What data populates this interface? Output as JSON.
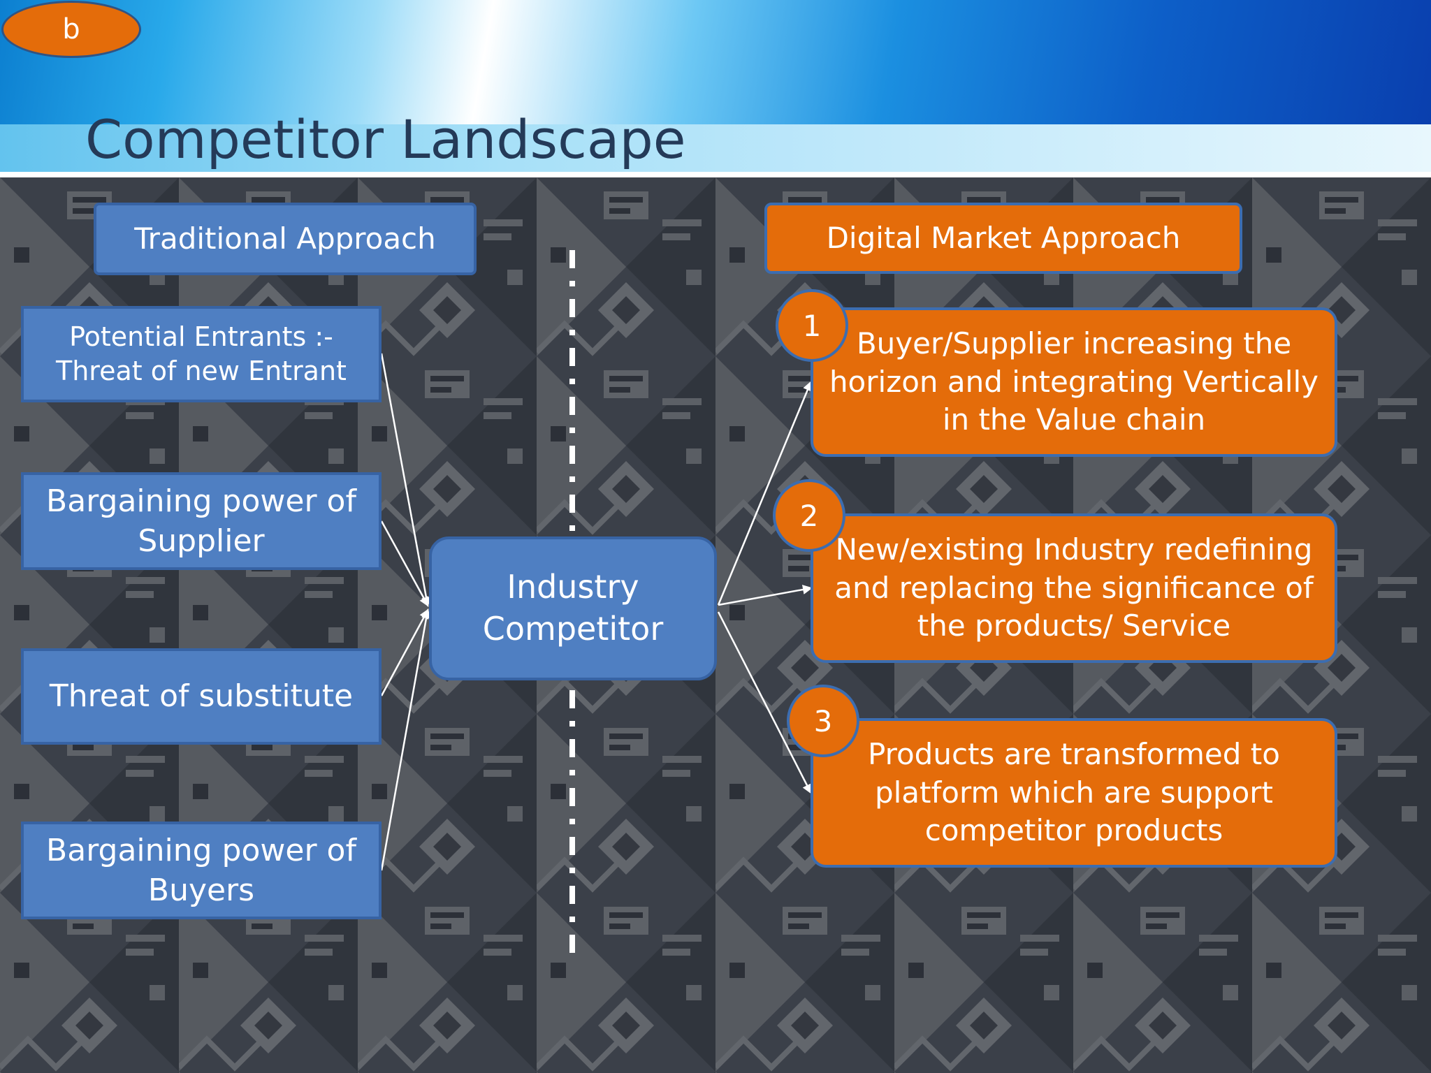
{
  "slide": {
    "badge": "b",
    "title": "Competitor Landscape"
  },
  "traditional": {
    "header": "Traditional Approach",
    "forces": [
      "Potential Entrants :-\nThreat of new Entrant",
      "Bargaining power of\nSupplier",
      "Threat of substitute",
      "Bargaining power of\nBuyers"
    ]
  },
  "center": {
    "label": "Industry\nCompetitor"
  },
  "digital": {
    "header": "Digital Market Approach",
    "outcomes": [
      {
        "number": "1",
        "text": "Buyer/Supplier increasing the\nhorizon and integrating Vertically\nin the Value chain"
      },
      {
        "number": "2",
        "text": "New/existing Industry redefining\nand replacing the significance of\nthe products/ Service"
      },
      {
        "number": "3",
        "text": "Products are transformed to\nplatform which are support\ncompetitor products"
      }
    ]
  },
  "colors": {
    "blue_box": "#4f7fc2",
    "orange_box": "#e46c0a",
    "title_text": "#243a58",
    "background": "#3a3f47"
  }
}
